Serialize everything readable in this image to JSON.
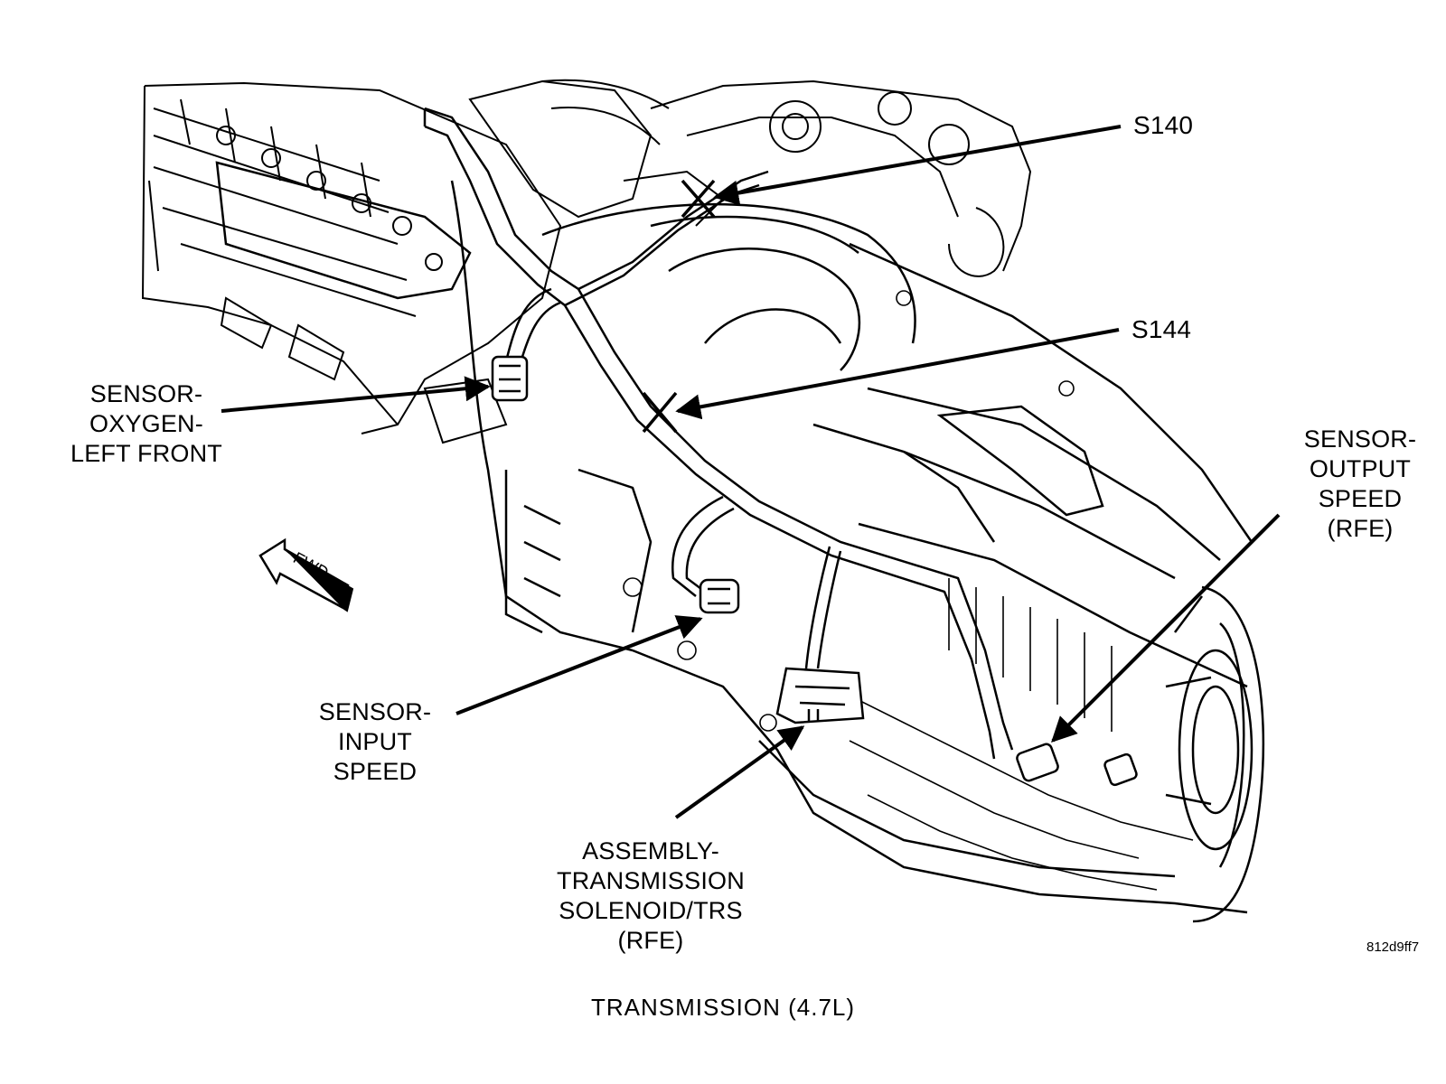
{
  "callouts": {
    "s140": "S140",
    "s144": "S144",
    "oxygen_sensor": [
      "SENSOR-",
      "OXYGEN-",
      "LEFT FRONT"
    ],
    "output_speed_sensor": [
      "SENSOR-",
      "OUTPUT",
      "SPEED",
      "(RFE)"
    ],
    "input_speed_sensor": [
      "SENSOR-",
      "INPUT",
      "SPEED"
    ],
    "solenoid_assembly": [
      "ASSEMBLY-",
      "TRANSMISSION",
      "SOLENOID/TRS",
      "(RFE)"
    ]
  },
  "direction_arrow": "FWD",
  "figure_code": "812d9ff7",
  "caption": "TRANSMISSION (4.7L)"
}
